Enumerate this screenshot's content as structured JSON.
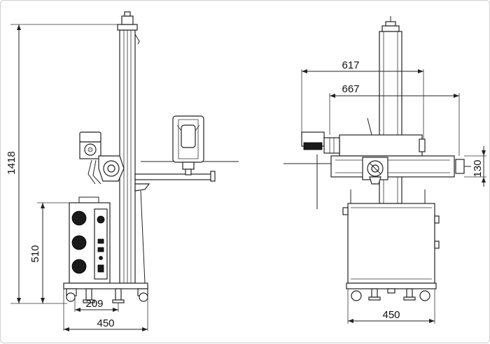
{
  "dimensions": {
    "height_total": "1418",
    "height_box": "510",
    "depth_base": "209",
    "width_base_left": "450",
    "reach_617": "617",
    "reach_667": "667",
    "beam_130": "130",
    "width_base_right": "450"
  }
}
